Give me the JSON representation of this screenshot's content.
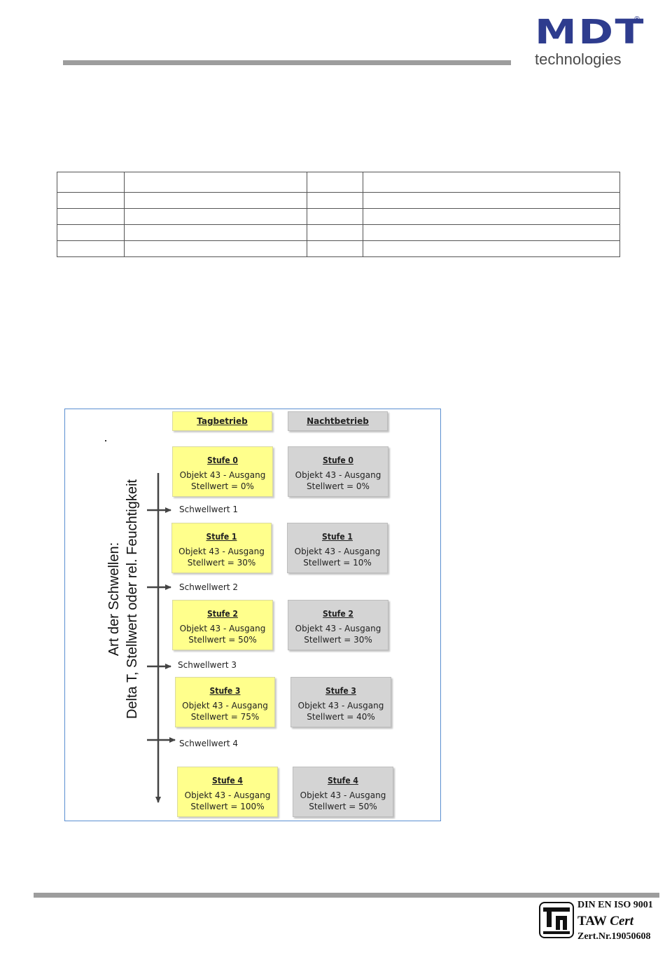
{
  "header": {
    "logo_text": "MDT",
    "logo_registered": "®",
    "logo_subtitle": "technologies"
  },
  "diagram": {
    "column_headers": {
      "day": "Tagbetrieb",
      "night": "Nachtbetrieb"
    },
    "axis_label": {
      "line1": "Art der Schwellen:",
      "line2": "Delta T, Stellwert oder rel. Feuchtigkeit"
    },
    "day_stages": [
      {
        "title": "Stufe 0",
        "object": "Objekt 43 - Ausgang",
        "value": "Stellwert = 0%"
      },
      {
        "title": "Stufe 1",
        "object": "Objekt 43 - Ausgang",
        "value": "Stellwert = 30%"
      },
      {
        "title": "Stufe 2",
        "object": "Objekt 43 - Ausgang",
        "value": "Stellwert = 50%"
      },
      {
        "title": "Stufe 3",
        "object": "Objekt 43 - Ausgang",
        "value": "Stellwert = 75%"
      },
      {
        "title": "Stufe 4",
        "object": "Objekt 43 - Ausgang",
        "value": "Stellwert = 100%"
      }
    ],
    "night_stages": [
      {
        "title": "Stufe 0",
        "object": "Objekt 43 - Ausgang",
        "value": "Stellwert = 0%"
      },
      {
        "title": "Stufe 1",
        "object": "Objekt 43 - Ausgang",
        "value": "Stellwert = 10%"
      },
      {
        "title": "Stufe 2",
        "object": "Objekt 43 - Ausgang",
        "value": "Stellwert = 30%"
      },
      {
        "title": "Stufe 3",
        "object": "Objekt 43 - Ausgang",
        "value": "Stellwert = 40%"
      },
      {
        "title": "Stufe 4",
        "object": "Objekt 43 - Ausgang",
        "value": "Stellwert = 50%"
      }
    ],
    "thresholds": [
      "Schwellwert 1",
      "Schwellwert 2",
      "Schwellwert 3",
      "Schwellwert 4"
    ]
  },
  "footer": {
    "cert_line1": "DIN EN ISO 9001",
    "cert_line2a": "TAW ",
    "cert_line2b": "Cert",
    "cert_line3": "Zert.Nr.19050608"
  }
}
